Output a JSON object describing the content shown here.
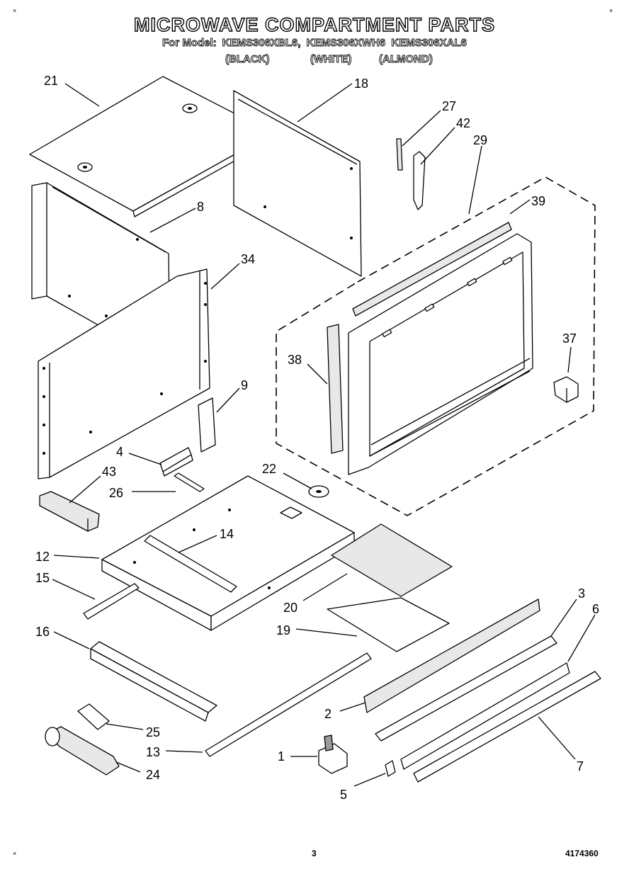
{
  "header": {
    "title": "MICROWAVE COMPARTMENT PARTS",
    "model_prefix": "For Model:",
    "models": [
      "KEMS306XBL6,",
      "KEMS306XWH6",
      "KEMS306XAL6"
    ],
    "colors": [
      "(BLACK)",
      "(WHITE)",
      "(ALMOND)"
    ]
  },
  "footer": {
    "page_number": "3",
    "doc_number": "4174360"
  },
  "part_labels": {
    "p1": "1",
    "p2": "2",
    "p3": "3",
    "p4": "4",
    "p5": "5",
    "p6": "6",
    "p7": "7",
    "p8": "8",
    "p9": "9",
    "p12": "12",
    "p13": "13",
    "p14": "14",
    "p15": "15",
    "p16": "16",
    "p18": "18",
    "p19": "19",
    "p20": "20",
    "p21": "21",
    "p22": "22",
    "p24": "24",
    "p25": "25",
    "p26": "26",
    "p27": "27",
    "p29": "29",
    "p34": "34",
    "p37": "37",
    "p38": "38",
    "p39": "39",
    "p42": "42",
    "p43": "43"
  }
}
